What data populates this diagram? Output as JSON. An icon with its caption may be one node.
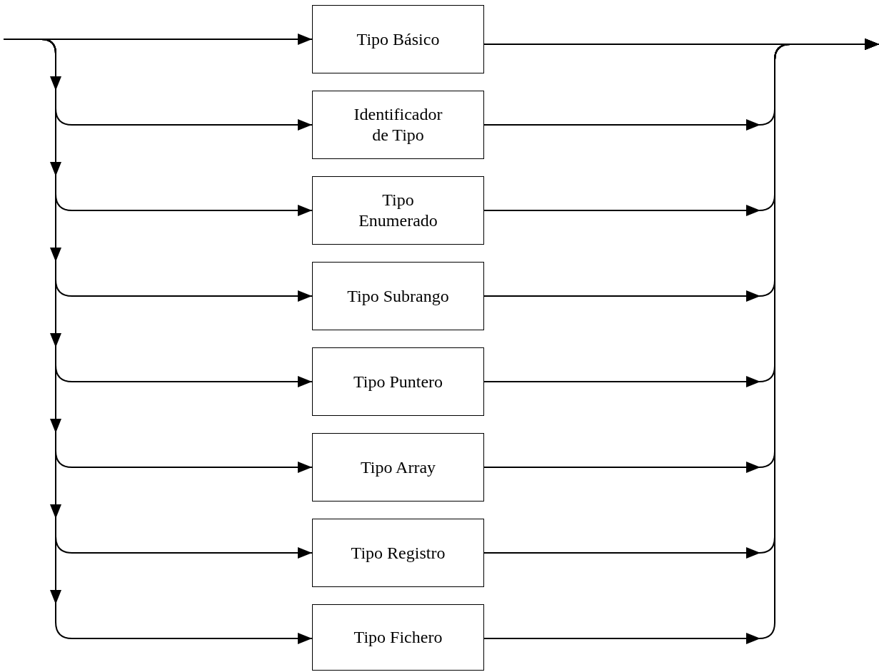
{
  "diagram": {
    "nodes": [
      {
        "text": [
          "Tipo Básico"
        ]
      },
      {
        "text": [
          "Identificador de Tipo"
        ]
      },
      {
        "text": [
          "Tipo Enumerado"
        ]
      },
      {
        "text": [
          "Tipo Subrango"
        ]
      },
      {
        "text": [
          "Tipo Puntero"
        ]
      },
      {
        "text": [
          "Tipo Array"
        ]
      },
      {
        "text": [
          "Tipo Registro"
        ]
      },
      {
        "text": [
          "Tipo Fichero"
        ]
      }
    ],
    "edges": [
      {
        "from": null,
        "to": 0,
        "arrow": "to"
      },
      {
        "from": null,
        "to": 1,
        "arrow": "to"
      },
      {
        "from": null,
        "to": 2,
        "arrow": "to"
      },
      {
        "from": null,
        "to": 3,
        "arrow": "to"
      },
      {
        "from": null,
        "to": 4,
        "arrow": "to"
      },
      {
        "from": null,
        "to": 5,
        "arrow": "to"
      },
      {
        "from": null,
        "to": 6,
        "arrow": "to"
      },
      {
        "from": null,
        "to": 7,
        "arrow": "to"
      },
      {
        "from": 0,
        "to": null,
        "arrow": "to"
      },
      {
        "from": 1,
        "to": null,
        "arrow": "to"
      },
      {
        "from": 2,
        "to": null,
        "arrow": "to"
      },
      {
        "from": 3,
        "to": null,
        "arrow": "to"
      },
      {
        "from": 4,
        "to": null,
        "arrow": "to"
      },
      {
        "from": 5,
        "to": null,
        "arrow": "to"
      },
      {
        "from": 6,
        "to": null,
        "arrow": "to"
      },
      {
        "from": 7,
        "to": null,
        "arrow": "to"
      }
    ]
  }
}
